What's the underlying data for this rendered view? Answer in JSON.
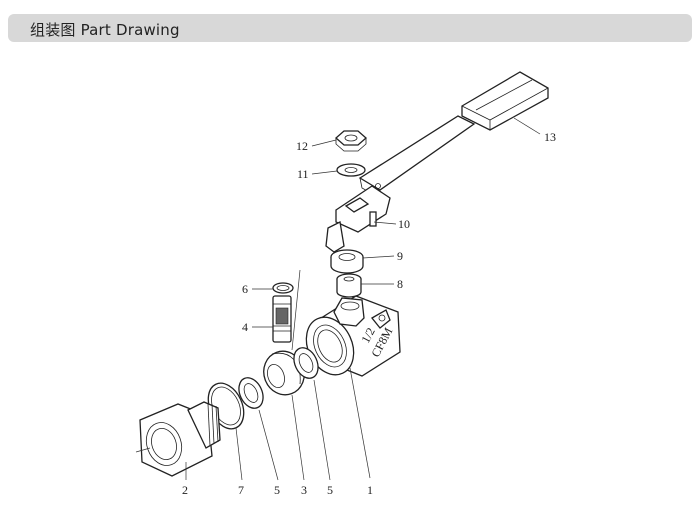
{
  "header": {
    "title": "组装图 Part Drawing"
  },
  "colors": {
    "header_bg": "#d8d8d8",
    "line": "#222222"
  },
  "callouts": [
    {
      "id": "1",
      "text": "1"
    },
    {
      "id": "2",
      "text": "2"
    },
    {
      "id": "3",
      "text": "3"
    },
    {
      "id": "4",
      "text": "4"
    },
    {
      "id": "5a",
      "text": "5"
    },
    {
      "id": "5b",
      "text": "5"
    },
    {
      "id": "6",
      "text": "6"
    },
    {
      "id": "7",
      "text": "7"
    },
    {
      "id": "8",
      "text": "8"
    },
    {
      "id": "9",
      "text": "9"
    },
    {
      "id": "10",
      "text": "10"
    },
    {
      "id": "11",
      "text": "11"
    },
    {
      "id": "12",
      "text": "12"
    },
    {
      "id": "13",
      "text": "13"
    }
  ],
  "body_marking": {
    "line1": "1/2",
    "line2": "CF8M"
  }
}
